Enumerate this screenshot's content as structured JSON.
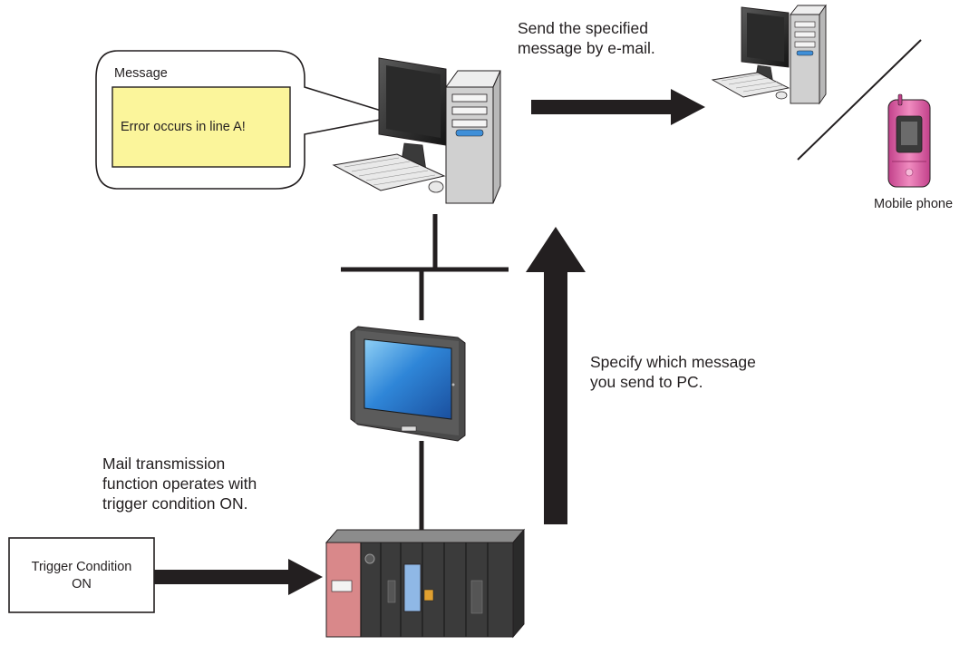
{
  "bubble": {
    "title": "Message",
    "message": "Error occurs in line A!"
  },
  "email_note": {
    "line1": "Send the specified",
    "line2": "message by e-mail."
  },
  "mobile_label": "Mobile phone",
  "specify_note": {
    "line1": "Specify which message",
    "line2": "you send to PC."
  },
  "mail_note": {
    "line1": "Mail transmission",
    "line2": "function operates with",
    "line3": "trigger condition ON."
  },
  "trigger_box": {
    "line1": "Trigger Condition",
    "line2": "ON"
  },
  "colors": {
    "ink": "#231f20",
    "message_fill": "#fbf59b",
    "screen_blue": "#2f7fd0",
    "phone_pink": "#e86aa8",
    "plc_red": "#d9888a",
    "machine_gray": "#d6d6d6"
  }
}
